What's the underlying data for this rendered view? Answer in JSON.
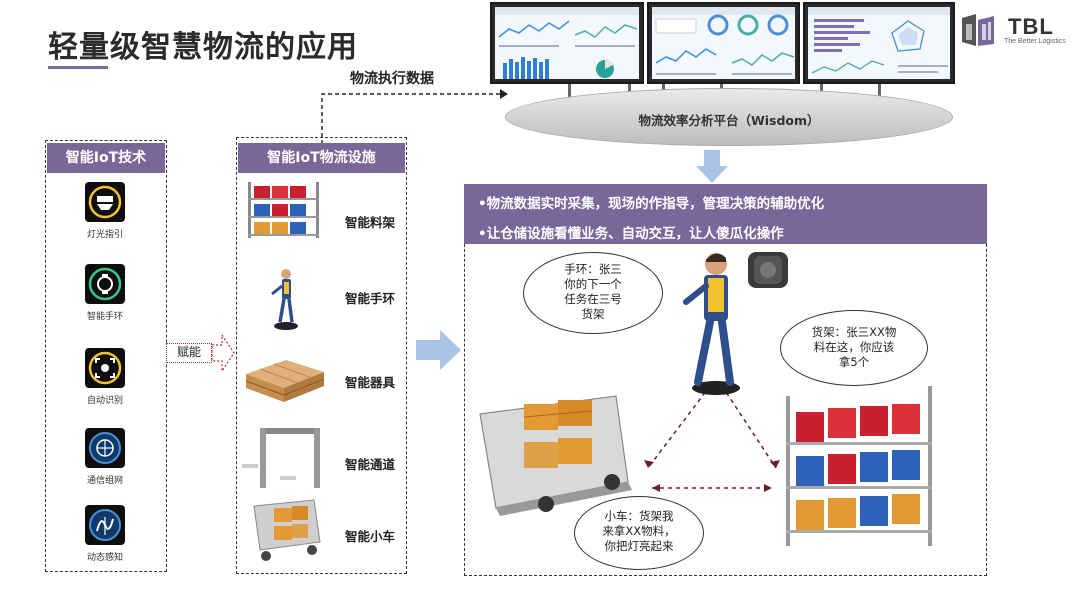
{
  "page": {
    "title": "轻量级智慧物流的应用",
    "flow_label": "物流执行数据"
  },
  "logo": {
    "name": "TBL",
    "tagline": "The Better Logistics"
  },
  "platform": {
    "label": "物流效率分析平台（Wisdom）"
  },
  "tech_column": {
    "header": "智能IoT技术",
    "items": [
      {
        "label": "灯光指引",
        "icon": "lamp-icon"
      },
      {
        "label": "智能手环",
        "icon": "wristband-icon"
      },
      {
        "label": "自动识别",
        "icon": "scan-icon"
      },
      {
        "label": "通信组网",
        "icon": "network-icon"
      },
      {
        "label": "动态感知",
        "icon": "sensor-icon"
      }
    ]
  },
  "enable_label": "赋能",
  "facility_column": {
    "header": "智能IoT物流设施",
    "items": [
      {
        "label": "智能料架"
      },
      {
        "label": "智能手环"
      },
      {
        "label": "智能器具"
      },
      {
        "label": "智能通道"
      },
      {
        "label": "智能小车"
      }
    ]
  },
  "scenario": {
    "banner_line1": "•物流数据实时采集，现场的作指导，管理决策的辅助优化",
    "banner_line2": "•让仓储设施看懂业务、自动交互，让人傻瓜化操作",
    "bubble_wristband": [
      "手环：张三",
      "你的下一个",
      "任务在三号",
      "货架"
    ],
    "bubble_shelf": [
      "货架：张三XX物",
      "料在这，你应该",
      "拿5个"
    ],
    "bubble_cart": [
      "小车：货架我",
      "来拿XX物料，",
      "你把灯亮起来"
    ]
  },
  "colors": {
    "accent_purple": "#7a6799",
    "arrow_blue": "#a9c4e6",
    "dark_red": "#6b1f2a"
  }
}
